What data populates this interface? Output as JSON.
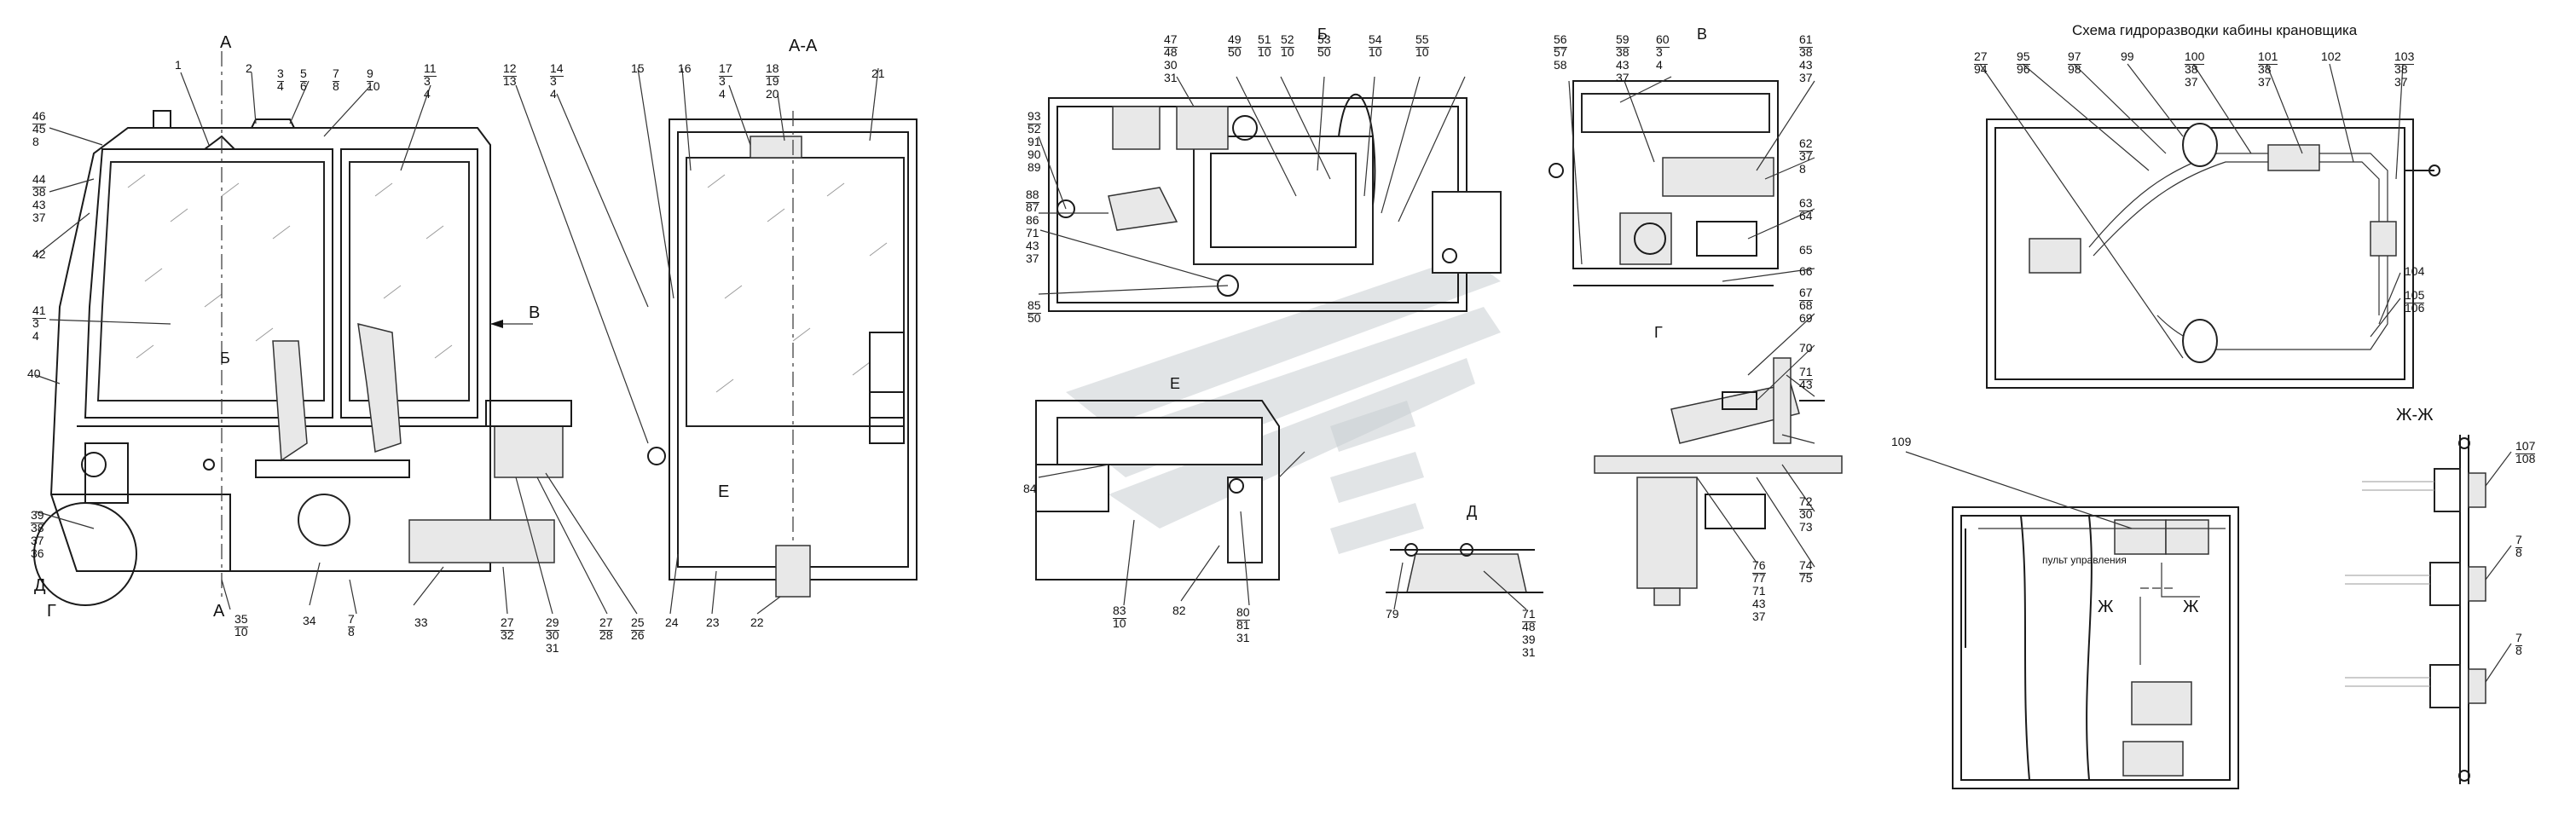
{
  "titles": {
    "section_aa": "А-А",
    "view_b": "Б",
    "view_v": "В",
    "view_g": "Г",
    "view_d": "Д",
    "view_e": "Е",
    "hydraulic_scheme": "Схема гидроразводки кабины крановщика",
    "section_zhzh": "Ж-Ж"
  },
  "section_marks": {
    "a_top": "А",
    "a_bottom": "А",
    "b_arrow": "Б",
    "v_arrow": "В",
    "e_arrow": "Е",
    "d_mark": "Д",
    "g_mark": "Г",
    "zh_left": "Ж",
    "zh_right": "Ж"
  },
  "panel_label": "пульт управления",
  "callouts": {
    "c1": [
      "1"
    ],
    "c2": [
      "2"
    ],
    "c3": [
      "3",
      "4"
    ],
    "c5": [
      "5",
      "6"
    ],
    "c7": [
      "7",
      "8"
    ],
    "c9": [
      "9",
      "10"
    ],
    "c11": [
      "11",
      "3",
      "4"
    ],
    "c12": [
      "12",
      "13"
    ],
    "c14": [
      "14",
      "3",
      "4"
    ],
    "c15": [
      "15"
    ],
    "c16": [
      "16"
    ],
    "c17": [
      "17",
      "3",
      "4"
    ],
    "c18": [
      "18",
      "19",
      "20"
    ],
    "c21": [
      "21"
    ],
    "c46": [
      "46",
      "45",
      "8"
    ],
    "c44": [
      "44",
      "38",
      "43",
      "37"
    ],
    "c42": [
      "42"
    ],
    "c41": [
      "41",
      "3",
      "4"
    ],
    "c40": [
      "40"
    ],
    "c39": [
      "39",
      "38",
      "37",
      "36"
    ],
    "c35": [
      "35",
      "10"
    ],
    "c34": [
      "34"
    ],
    "c7b": [
      "7",
      "8"
    ],
    "c33": [
      "33"
    ],
    "c27": [
      "27",
      "32"
    ],
    "c29": [
      "29",
      "30",
      "31"
    ],
    "c27b": [
      "27",
      "28"
    ],
    "c25": [
      "25",
      "26"
    ],
    "c24": [
      "24"
    ],
    "c23": [
      "23"
    ],
    "c22": [
      "22"
    ],
    "c47": [
      "47",
      "48",
      "30",
      "31"
    ],
    "c49": [
      "49",
      "50"
    ],
    "c51": [
      "51",
      "10"
    ],
    "c52": [
      "52",
      "10"
    ],
    "c53": [
      "53",
      "50"
    ],
    "c54": [
      "54",
      "10"
    ],
    "c55": [
      "55",
      "10"
    ],
    "c93": [
      "93",
      "52",
      "91",
      "90",
      "89"
    ],
    "c88": [
      "88",
      "87",
      "86",
      "71",
      "43",
      "37"
    ],
    "c85": [
      "85",
      "50"
    ],
    "c56": [
      "56",
      "57",
      "58"
    ],
    "c59": [
      "59",
      "38",
      "43",
      "37"
    ],
    "c60": [
      "60",
      "3",
      "4"
    ],
    "c61": [
      "61",
      "38",
      "43",
      "37"
    ],
    "c62": [
      "62",
      "37",
      "8"
    ],
    "c63": [
      "63",
      "64"
    ],
    "c65": [
      "65"
    ],
    "c66": [
      "66"
    ],
    "c67": [
      "67",
      "68",
      "69"
    ],
    "c70": [
      "70"
    ],
    "c71": [
      "71",
      "43"
    ],
    "c72": [
      "72",
      "30",
      "73"
    ],
    "c74": [
      "74",
      "75"
    ],
    "c76": [
      "76",
      "77",
      "71",
      "43",
      "37"
    ],
    "c84": [
      "84"
    ],
    "c83": [
      "83",
      "10"
    ],
    "c82": [
      "82"
    ],
    "c80": [
      "80",
      "81",
      "31"
    ],
    "c79": [
      "79"
    ],
    "c71b": [
      "71",
      "48",
      "39",
      "31"
    ],
    "c27h": [
      "27",
      "94"
    ],
    "c95": [
      "95",
      "96"
    ],
    "c97": [
      "97",
      "98"
    ],
    "c99": [
      "99"
    ],
    "c100": [
      "100",
      "38",
      "37"
    ],
    "c101": [
      "101",
      "38",
      "37"
    ],
    "c102": [
      "102"
    ],
    "c103": [
      "103",
      "38",
      "37"
    ],
    "c104": [
      "104"
    ],
    "c105": [
      "105",
      "106"
    ],
    "c109": [
      "109"
    ],
    "c107": [
      "107",
      "108"
    ],
    "c7z1": [
      "7",
      "8"
    ],
    "c7z2": [
      "7",
      "8"
    ]
  }
}
